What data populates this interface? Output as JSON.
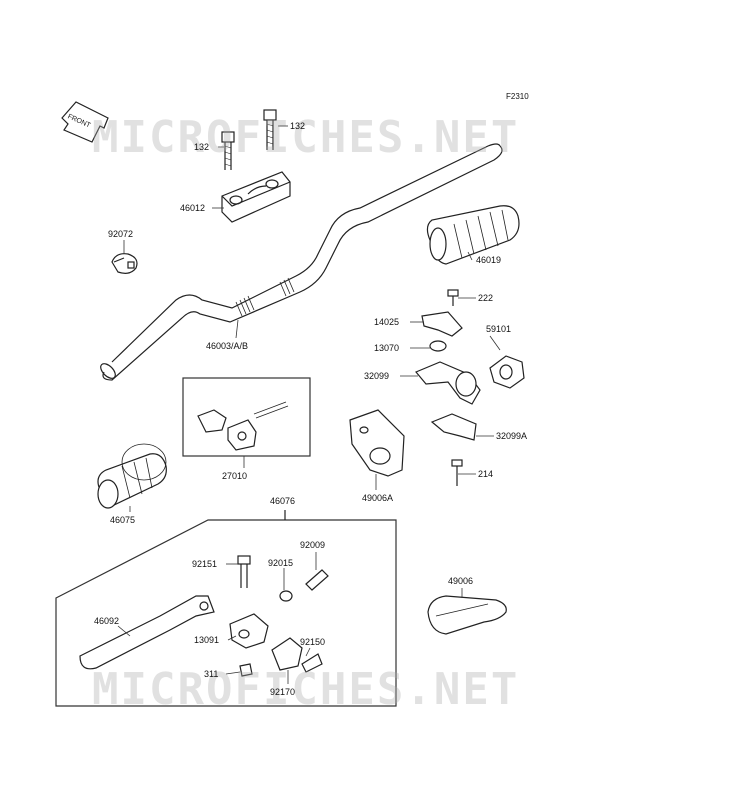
{
  "figure_code": "F2310",
  "front_label": "FRONT",
  "watermark": "MICROFICHES.NET",
  "parts": {
    "p132a": "132",
    "p132b": "132",
    "p46012": "46012",
    "p92072": "92072",
    "p46019": "46019",
    "p46003": "46003/A/B",
    "p222": "222",
    "p14025": "14025",
    "p59101": "59101",
    "p13070": "13070",
    "p32099": "32099",
    "p32099A": "32099A",
    "p214": "214",
    "p49006A": "49006A",
    "p27010": "27010",
    "p46075": "46075",
    "p46076": "46076",
    "p92009": "92009",
    "p92151": "92151",
    "p92015": "92015",
    "p46092": "46092",
    "p13091": "13091",
    "p92150": "92150",
    "p311": "311",
    "p92170": "92170",
    "p49006": "49006"
  }
}
